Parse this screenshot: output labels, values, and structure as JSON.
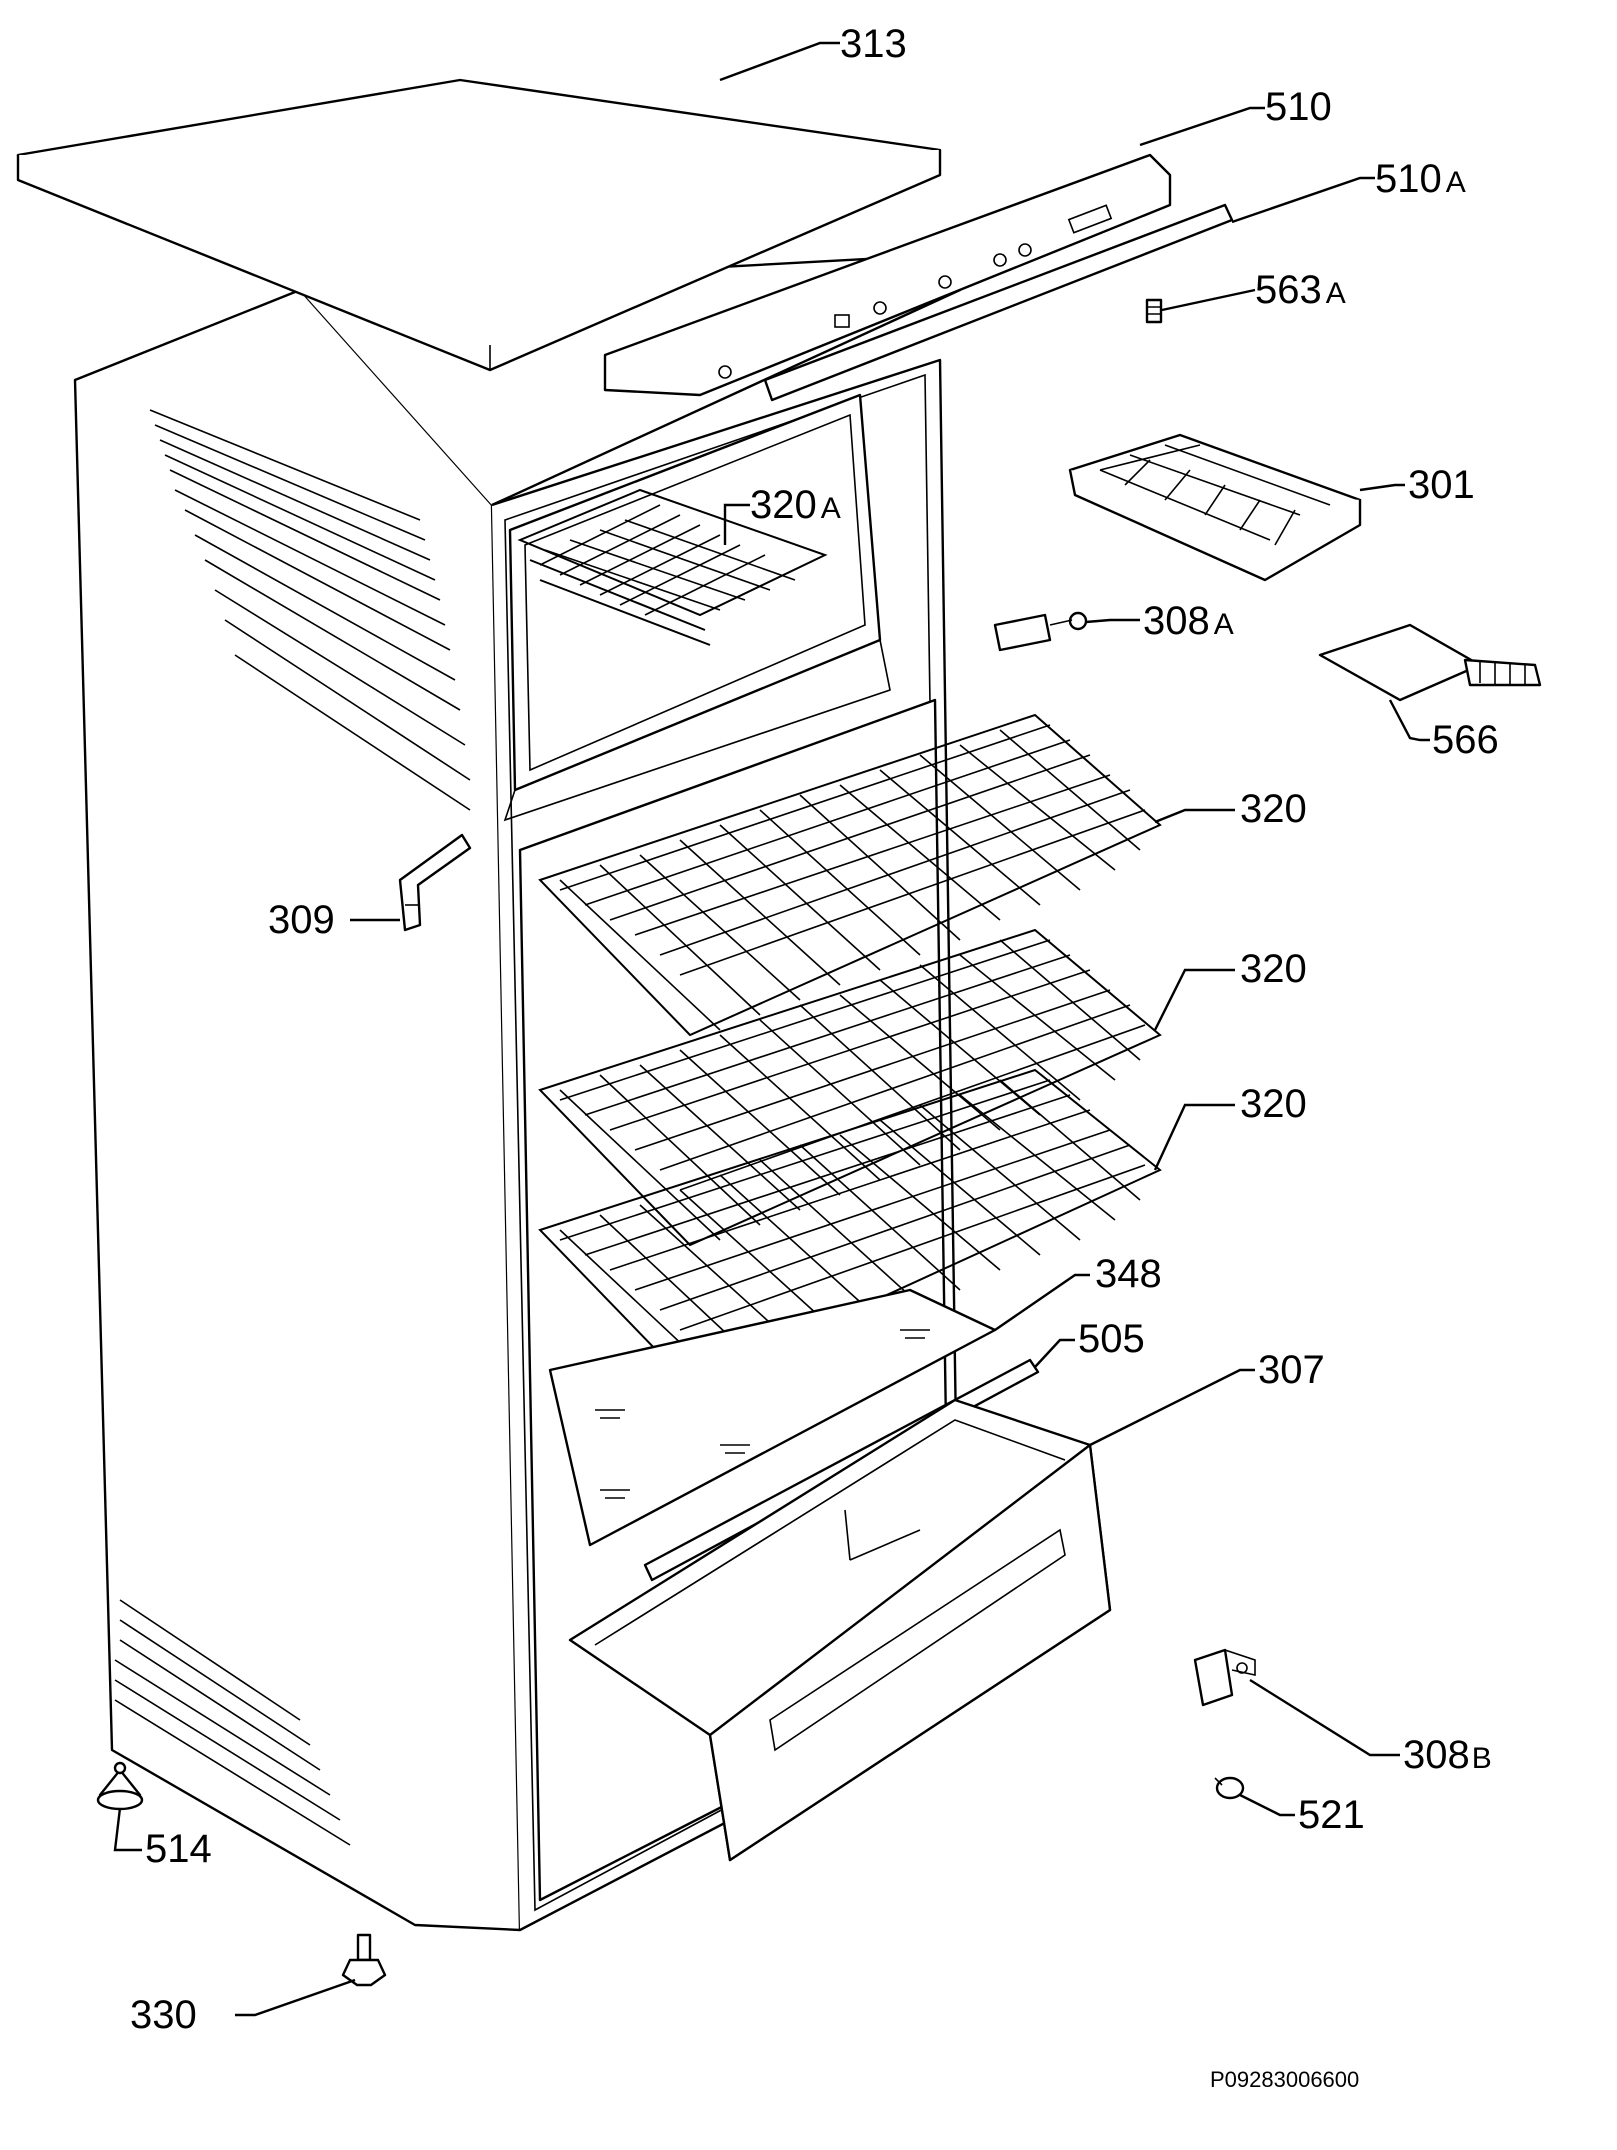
{
  "diagram": {
    "document_code": "P09283006600",
    "labels": [
      {
        "id": "313",
        "text": "313"
      },
      {
        "id": "510",
        "text": "510"
      },
      {
        "id": "510A",
        "text": "510",
        "suffix": "A"
      },
      {
        "id": "563A",
        "text": "563",
        "suffix": "A"
      },
      {
        "id": "320A",
        "text": "320",
        "suffix": "A"
      },
      {
        "id": "301",
        "text": "301"
      },
      {
        "id": "308A",
        "text": "308",
        "suffix": "A"
      },
      {
        "id": "566",
        "text": "566"
      },
      {
        "id": "320-1",
        "text": "320"
      },
      {
        "id": "320-2",
        "text": "320"
      },
      {
        "id": "320-3",
        "text": "320"
      },
      {
        "id": "309",
        "text": "309"
      },
      {
        "id": "348",
        "text": "348"
      },
      {
        "id": "505",
        "text": "505"
      },
      {
        "id": "307",
        "text": "307"
      },
      {
        "id": "308B",
        "text": "308",
        "suffix": "B"
      },
      {
        "id": "521",
        "text": "521"
      },
      {
        "id": "514",
        "text": "514"
      },
      {
        "id": "330",
        "text": "330"
      }
    ]
  }
}
